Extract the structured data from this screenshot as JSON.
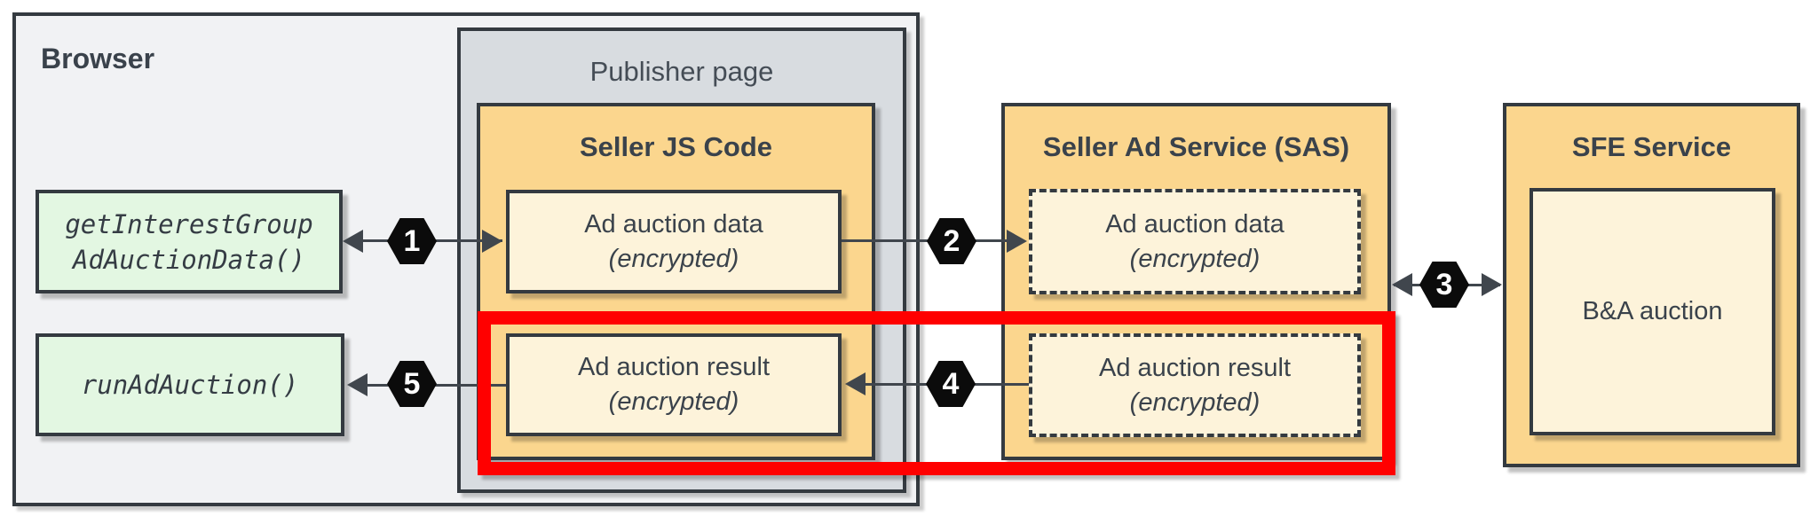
{
  "browser": {
    "label": "Browser",
    "api_calls": [
      {
        "lines": [
          "getInterestGroup",
          "AdAuctionData()"
        ]
      },
      {
        "lines": [
          "runAdAuction()"
        ]
      }
    ]
  },
  "publisher": {
    "label": "Publisher page"
  },
  "seller_js": {
    "title": "Seller JS Code",
    "data_boxes": [
      {
        "name": "Ad auction data",
        "qualifier": "(encrypted)"
      },
      {
        "name": "Ad auction result",
        "qualifier": "(encrypted)"
      }
    ]
  },
  "sas": {
    "title": "Seller Ad Service (SAS)",
    "data_boxes": [
      {
        "name": "Ad auction data",
        "qualifier": "(encrypted)"
      },
      {
        "name": "Ad auction result",
        "qualifier": "(encrypted)"
      }
    ]
  },
  "sfe": {
    "title": "SFE Service",
    "inner_label": "B&A auction"
  },
  "steps": [
    {
      "number": "1"
    },
    {
      "number": "2"
    },
    {
      "number": "3"
    },
    {
      "number": "4"
    },
    {
      "number": "5"
    }
  ],
  "highlight": {
    "color": "#ff0000"
  },
  "colors": {
    "border": "#343a40",
    "orange": "#fbd68e",
    "cream": "#fdf3da",
    "green": "#e3f7e2",
    "publisher_bg": "#d8dce0",
    "browser_bg": "#f1f2f4",
    "text": "#3a424b",
    "arrow": "#40464d",
    "hexagon": "#0b0b0b",
    "highlight": "#ff0000"
  }
}
